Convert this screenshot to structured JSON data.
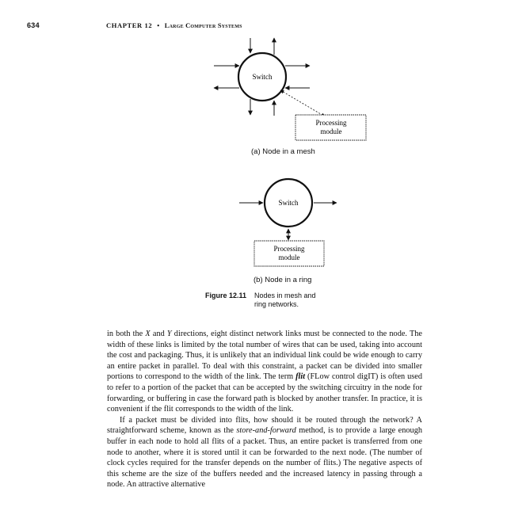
{
  "header": {
    "page_number": "634",
    "chapter": "CHAPTER 12",
    "separator": "•",
    "title": "Large Computer Systems"
  },
  "figure": {
    "mesh": {
      "switch_label": "Switch",
      "module_label_line1": "Processing",
      "module_label_line2": "module",
      "caption": "(a) Node in a mesh"
    },
    "ring": {
      "switch_label": "Switch",
      "module_label_line1": "Processing",
      "module_label_line2": "module",
      "caption": "(b) Node in a ring"
    },
    "number": "Figure 12.11",
    "caption": "Nodes in mesh and ring networks."
  },
  "body": {
    "para1_a": "in both the ",
    "para1_x": "X",
    "para1_b": " and ",
    "para1_y": "Y",
    "para1_c": " directions, eight distinct network links must be connected to the node. The width of these links is limited by the total number of wires that can be used, taking into account the cost and packaging. Thus, it is unlikely that an individual link could be wide enough to carry an entire packet in parallel. To deal with this constraint, a packet can be divided into smaller portions to correspond to the width of the link. The term ",
    "para1_flit": "flit",
    "para1_d": " (FLow control digIT) is often used to refer to a portion of the packet that can be accepted by the switching circuitry in the node for forwarding, or buffering in case the forward path is blocked by another transfer. In practice, it is convenient if the flit corresponds to the width of the link.",
    "para2_a": "If a packet must be divided into flits, how should it be routed through the network? A straightforward scheme, known as the ",
    "para2_term": "store-and-forward",
    "para2_b": " method, is to provide a large enough buffer in each node to hold all flits of a packet. Thus, an entire packet is transferred from one node to another, where it is stored until it can be forwarded to the next node. (The number of clock cycles required for the transfer depends on the number of flits.) The negative aspects of this scheme are the size of the buffers needed and the increased latency in passing through a node. An attractive alternative"
  }
}
